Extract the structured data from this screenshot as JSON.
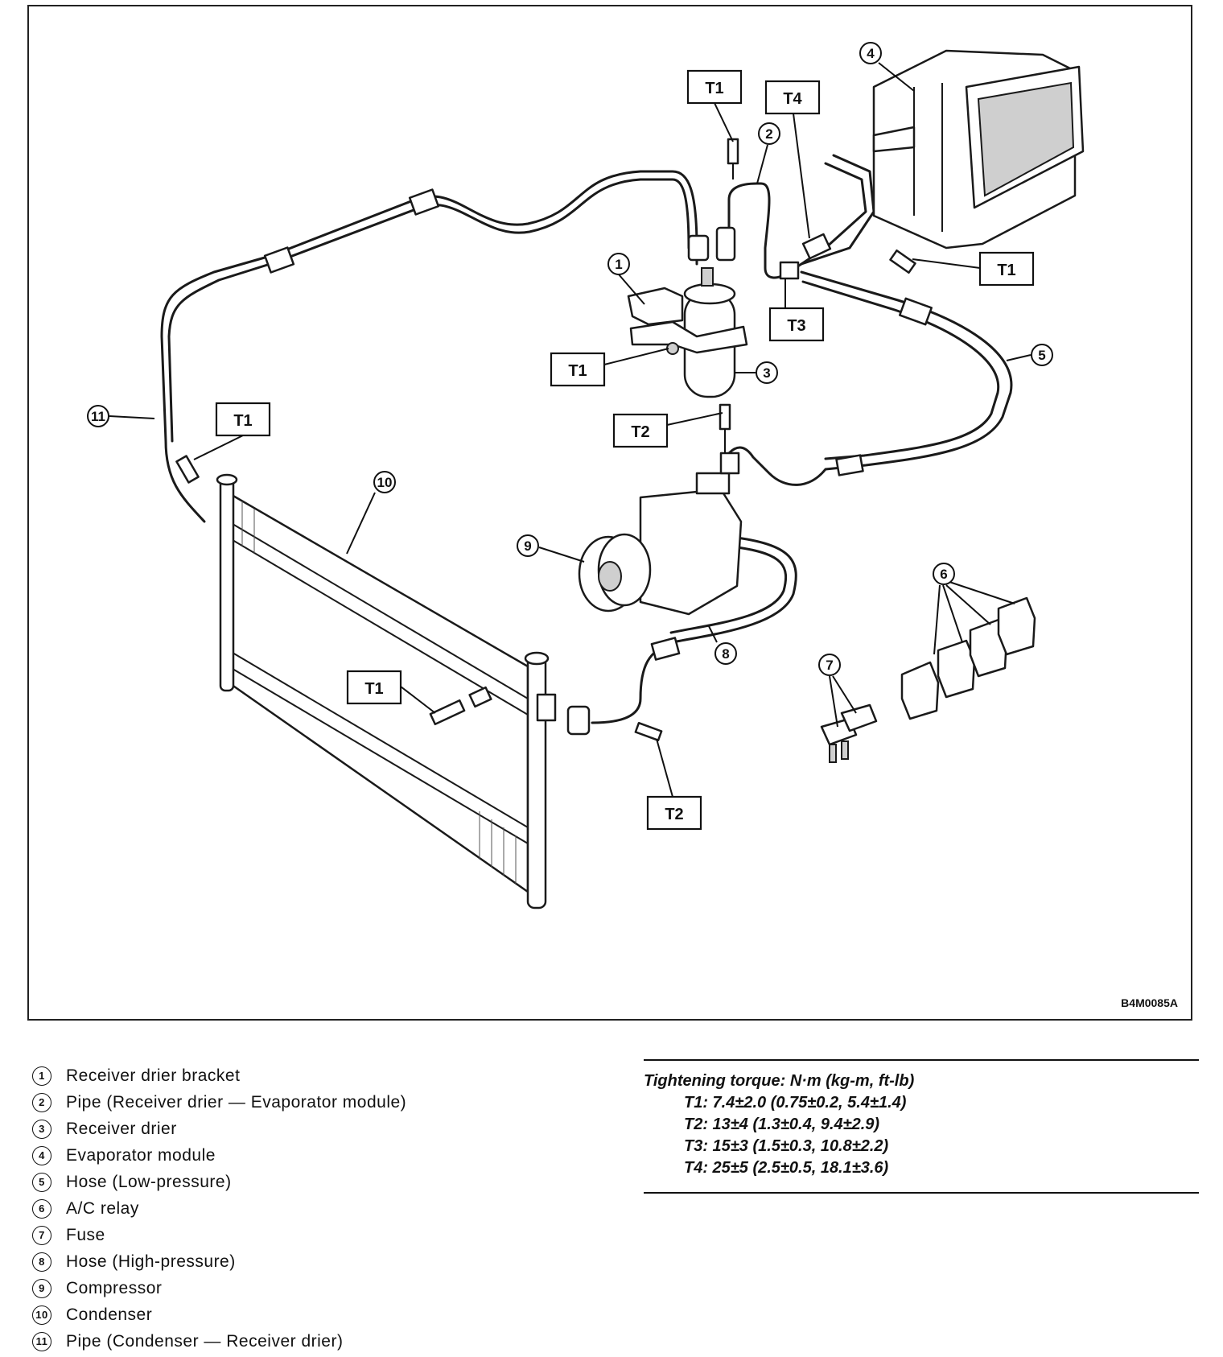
{
  "figure_code": "B4M0085A",
  "torque_labels": {
    "t1": "T1",
    "t2": "T2",
    "t3": "T3",
    "t4": "T4"
  },
  "callouts": [
    "1",
    "2",
    "3",
    "4",
    "5",
    "6",
    "7",
    "8",
    "9",
    "10",
    "11"
  ],
  "legend": [
    {
      "num": "1",
      "label": "Receiver drier bracket"
    },
    {
      "num": "2",
      "label": "Pipe (Receiver drier — Evaporator module)"
    },
    {
      "num": "3",
      "label": "Receiver drier"
    },
    {
      "num": "4",
      "label": "Evaporator module"
    },
    {
      "num": "5",
      "label": "Hose (Low-pressure)"
    },
    {
      "num": "6",
      "label": "A/C relay"
    },
    {
      "num": "7",
      "label": "Fuse"
    },
    {
      "num": "8",
      "label": "Hose (High-pressure)"
    },
    {
      "num": "9",
      "label": "Compressor"
    },
    {
      "num": "10",
      "label": "Condenser"
    },
    {
      "num": "11",
      "label": "Pipe (Condenser — Receiver drier)"
    }
  ],
  "torque_spec": {
    "title": "Tightening torque: N·m (kg-m, ft-lb)",
    "rows": [
      "T1: 7.4±2.0 (0.75±0.2, 5.4±1.4)",
      "T2: 13±4 (1.3±0.4, 9.4±2.9)",
      "T3: 15±3 (1.5±0.3, 10.8±2.2)",
      "T4: 25±5 (2.5±0.5, 18.1±3.6)"
    ]
  }
}
